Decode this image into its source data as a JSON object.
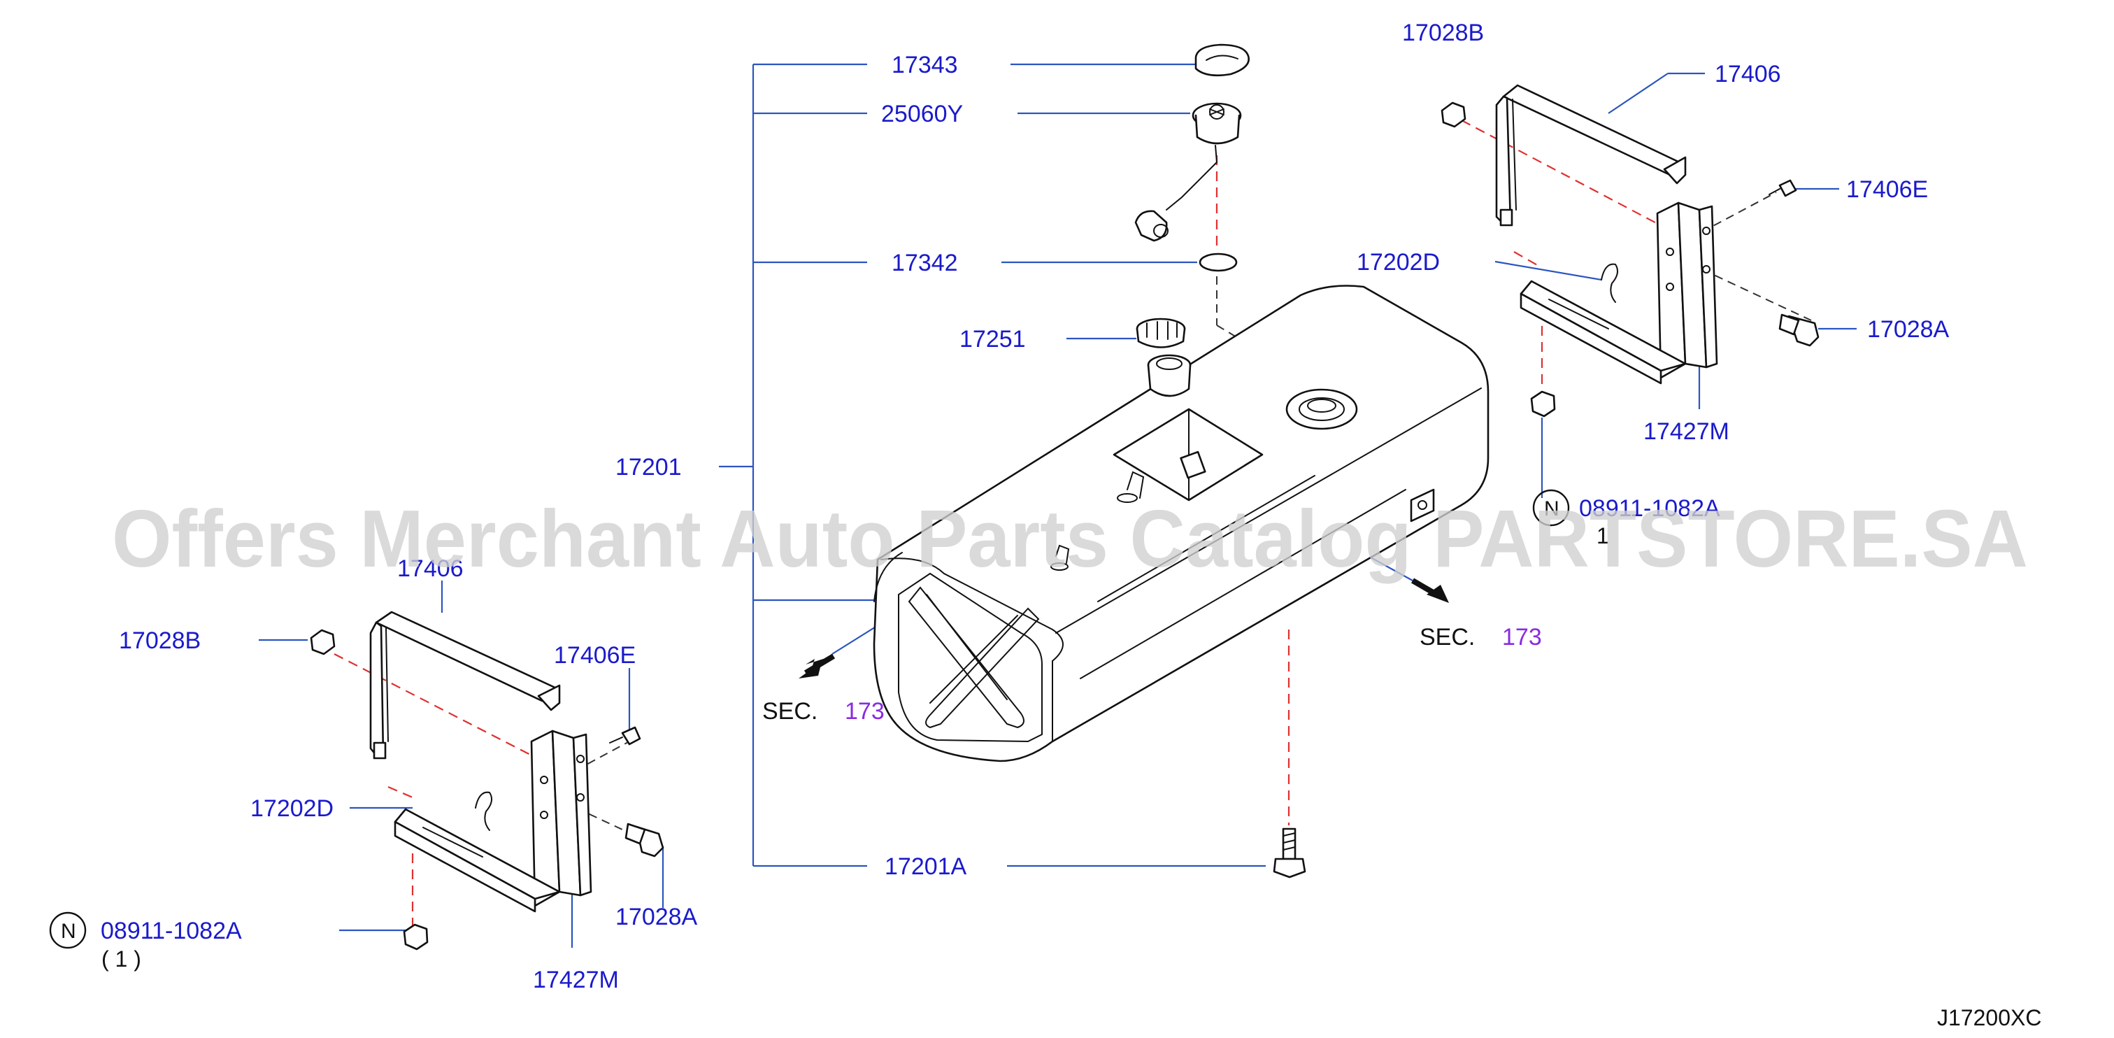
{
  "diagram": {
    "parts": {
      "p17343": "17343",
      "p25060Y": "25060Y",
      "p17342": "17342",
      "p17251": "17251",
      "p17201": "17201",
      "p17201A": "17201A",
      "p17406_right": "17406",
      "p17406_left": "17406",
      "p17028B_right": "17028B",
      "p17028B_left": "17028B",
      "p17406E_right": "17406E",
      "p17406E_left": "17406E",
      "p17202D_right": "17202D",
      "p17202D_left": "17202D",
      "p17028A_right": "17028A",
      "p17028A_left": "17028A",
      "p17427M_right": "17427M",
      "p17427M_left": "17427M",
      "p08911_right": "08911-1082A",
      "p08911_left": "08911-1082A"
    },
    "nut_symbol": "N",
    "qty_right": "1",
    "qty_left": "( 1 )",
    "sec_label": "SEC.",
    "sec_ref_1": "173",
    "sec_ref_2": "173",
    "drawing_code": "J17200XC",
    "watermark": "Offers Merchant Auto Parts Catalog PARTSTORE.SA",
    "colors": {
      "part_number": "#1a1acc",
      "leader_line": "#2b55c0",
      "fastener_line": "#e03030",
      "section_ref": "#8a2be2"
    }
  }
}
